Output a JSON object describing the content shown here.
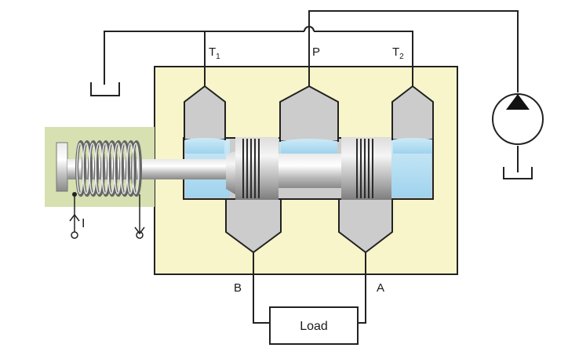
{
  "diagram": {
    "ports": {
      "t1_main": "T",
      "t1_sub": "1",
      "p": "P",
      "t2_main": "T",
      "t2_sub": "2",
      "b": "B",
      "a": "A"
    },
    "current_label": "I",
    "load_label": "Load",
    "icons": [
      "tank-icon",
      "pump-icon",
      "solenoid-coil-icon",
      "spool-icon"
    ],
    "colors": {
      "valve_body": "#f7f5c9",
      "solenoid_housing": "#d6e0b0",
      "chamber": "#cccccc",
      "fluid": "#a8d8ef",
      "line": "#222222"
    }
  }
}
